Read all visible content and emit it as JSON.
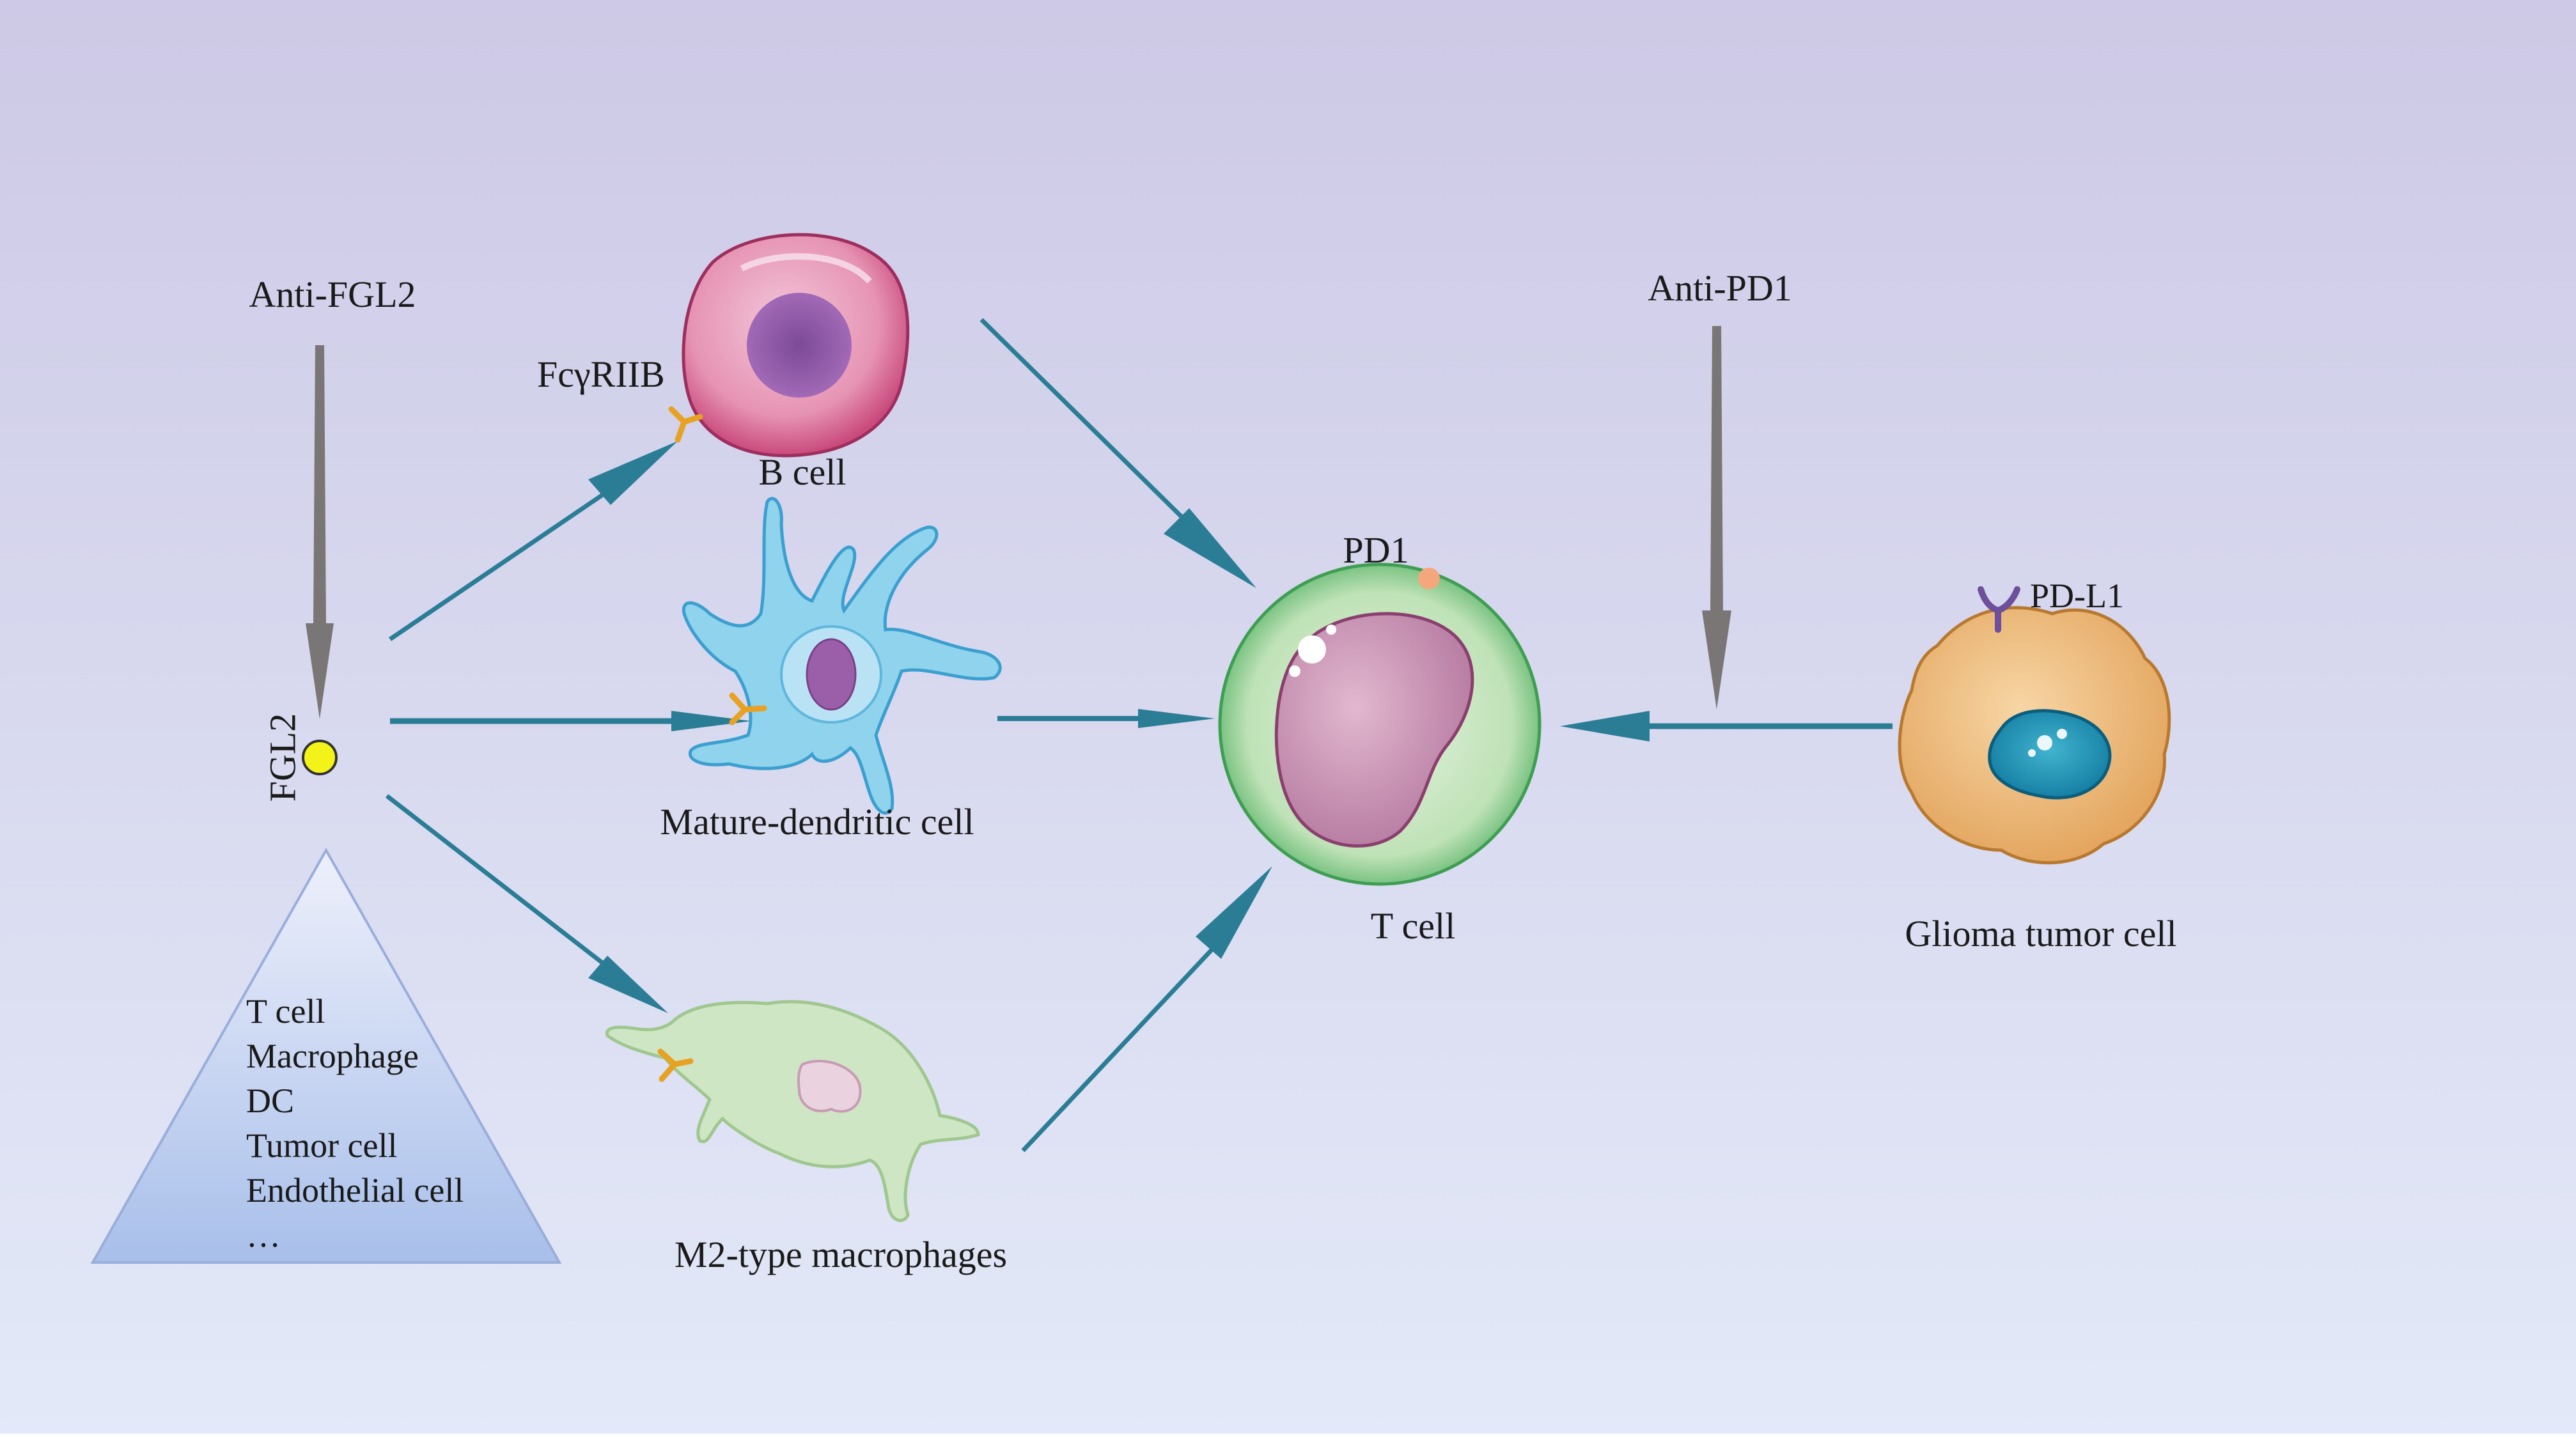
{
  "drugs": {
    "anti_fgl2": "Anti-FGL2",
    "anti_pd1": "Anti-PD1"
  },
  "molecules": {
    "fgl2": "FGL2",
    "fcgriib": "FcγRIIB",
    "pd1": "PD1",
    "pdl1": "PD-L1"
  },
  "cells": {
    "b_cell": "B cell",
    "dendritic": "Mature-dendritic cell",
    "macrophage": "M2-type macrophages",
    "t_cell": "T cell",
    "glioma": "Glioma tumor cell"
  },
  "sources": {
    "items": [
      "T cell",
      "Macrophage",
      "DC",
      "Tumor cell",
      "Endothelial cell",
      "…"
    ]
  },
  "colors": {
    "background_top": "#cdc9e6",
    "background_bottom": "#e3e9f8",
    "teal_arrow": "#2b7d96",
    "gray_arrow": "#7a7676",
    "fgl2_dot": "#f3f31a",
    "receptor": "#e7a223",
    "pdl1_receptor": "#6d4f9c",
    "pd1_dot": "#f4a77c"
  }
}
